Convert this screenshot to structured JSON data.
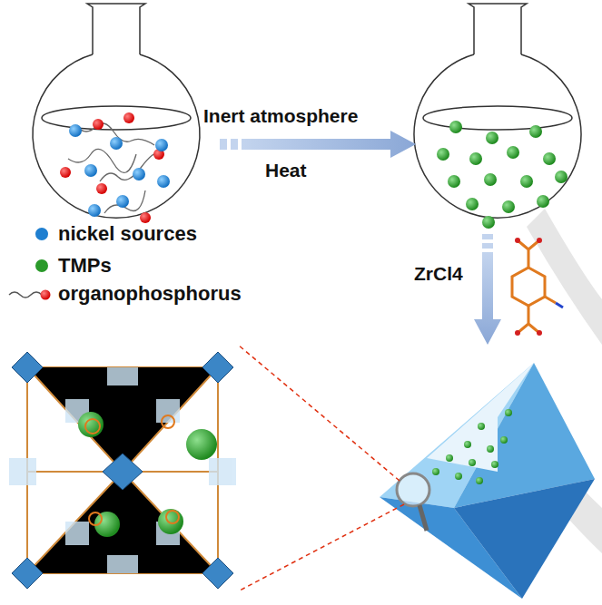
{
  "diagram": {
    "labels": [
      "Inert atmosphere",
      "Heat",
      "ZrCl4"
    ],
    "legend": [
      {
        "text": "nickel sources",
        "color": "#1f7fd0"
      },
      {
        "text": "TMPs",
        "color": "#2a9a2a"
      },
      {
        "text": "organophosphorus"
      }
    ]
  }
}
